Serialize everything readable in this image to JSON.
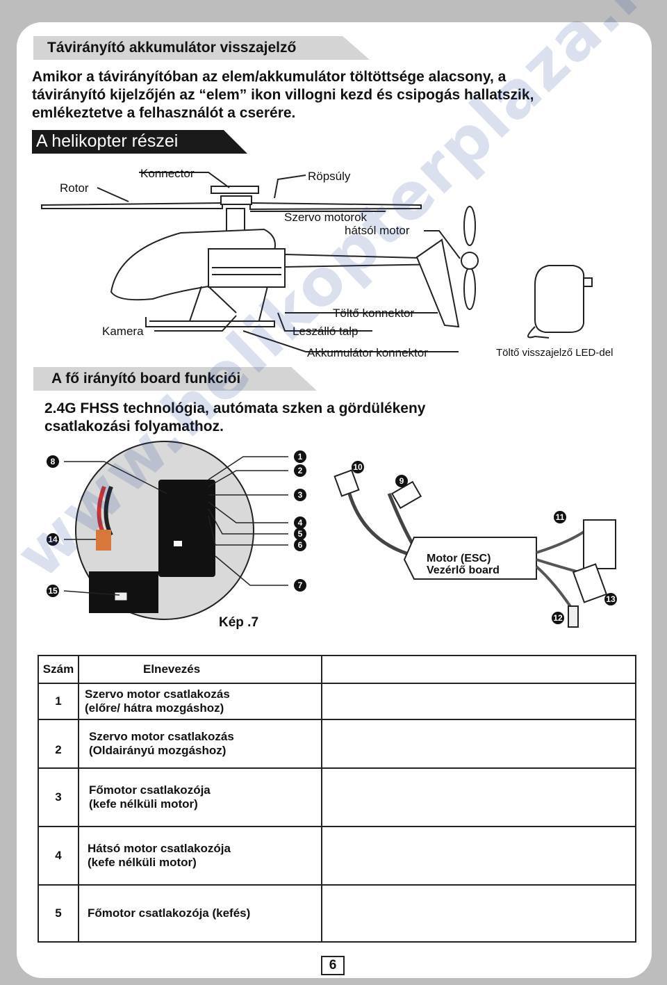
{
  "section1": {
    "title": "Távirányító akkumulátor visszajelző",
    "body_lines": [
      "Amikor a távirányítóban az elem/akkumulátor töltöttsége alacsony, a",
      "távirányító kijelzőjén az “elem” ikon villogni kezd és csipogás hallatszik,",
      "emlékeztetve a felhasználót a cserére."
    ]
  },
  "section2": {
    "title": "A helikopter részei",
    "labels": {
      "rotor": "Rotor",
      "konnector": "Konnector",
      "ropsuly": "Röpsúly",
      "szervo": "Szervo motorok",
      "hatsol": "hátsól motor",
      "kamera": "Kamera",
      "tolto_konnektor": "Töltő konnektor",
      "leszallo": "Leszálló talp",
      "akku_konnektor": "Akkumulátor konnektor",
      "tolto_led": "Töltő visszajelző LED-del"
    }
  },
  "section3": {
    "title": "A fő irányító board funkciói",
    "body_lines": [
      "2.4G FHSS technológia, autómata szken a gördülékeny",
      "csatlakozási folyamathoz."
    ],
    "esc_label_1": "Motor (ESC)",
    "esc_label_2": "Vezérlő board",
    "caption": "Kép .7",
    "markers": [
      "8",
      "14",
      "15",
      "1",
      "2",
      "3",
      "4",
      "5",
      "6",
      "7",
      "10",
      "9",
      "11",
      "12",
      "13"
    ]
  },
  "table": {
    "header": {
      "num": "Szám",
      "name": "Elnevezés"
    },
    "rows": [
      {
        "num": "1",
        "line1": "Szervo motor csatlakozás",
        "line2": "(előre/ hátra mozgáshoz)"
      },
      {
        "num": "2",
        "line1": "Szervo motor csatlakozás",
        "line2": "(Oldairányú mozgáshoz)"
      },
      {
        "num": "3",
        "line1": "Főmotor csatlakozója",
        "line2": "(kefe nélküli motor)"
      },
      {
        "num": "4",
        "line1": "Hátsó motor csatlakozója",
        "line2": "(kefe nélküli motor)"
      },
      {
        "num": "5",
        "line1": "Főmotor csatlakozója (kefés)",
        "line2": ""
      }
    ]
  },
  "page_number": "6",
  "watermark": "www.helikopterplaza.hu",
  "colors": {
    "background": "#bdbdbd",
    "page": "#ffffff",
    "banner": "#d4d4d4",
    "banner_dark": "#1a1a1a"
  }
}
